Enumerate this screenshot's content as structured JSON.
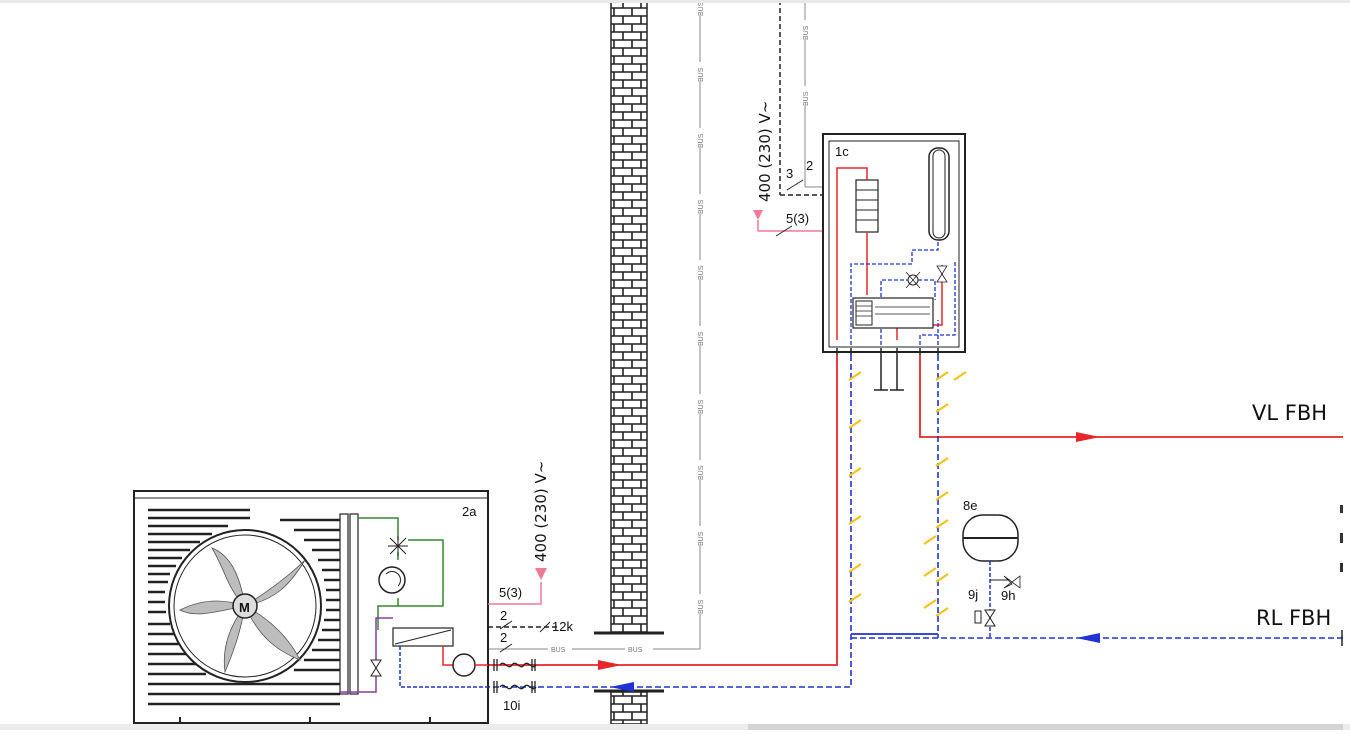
{
  "labels": {
    "power_top": "400 (230) V~",
    "power_bottom": "400 (230) V~",
    "cable_5_3_top": "5(3)",
    "cable_3": "3",
    "cable_2_top": "2",
    "unit_1c": "1c",
    "unit_2a": "2a",
    "cable_5_3_bottom": "5(3)",
    "cable_2_a": "2",
    "cable_2_b": "2",
    "ref_12k": "12k",
    "ref_10i": "10i",
    "ref_8e": "8e",
    "ref_9j": "9j",
    "ref_9h": "9h",
    "bus": "BUS",
    "vl_fbh": "VL FBH",
    "rl_fbh": "RL FBH",
    "motor": "M"
  },
  "colors": {
    "supply": "#e8262a",
    "return": "#1f33d6",
    "power": "#f07a9a",
    "refrigerant": "#2e8b2e",
    "liquid": "#8a3aa0",
    "insulation": "#f2c318",
    "line": "#222222",
    "bus_line": "#888888"
  }
}
